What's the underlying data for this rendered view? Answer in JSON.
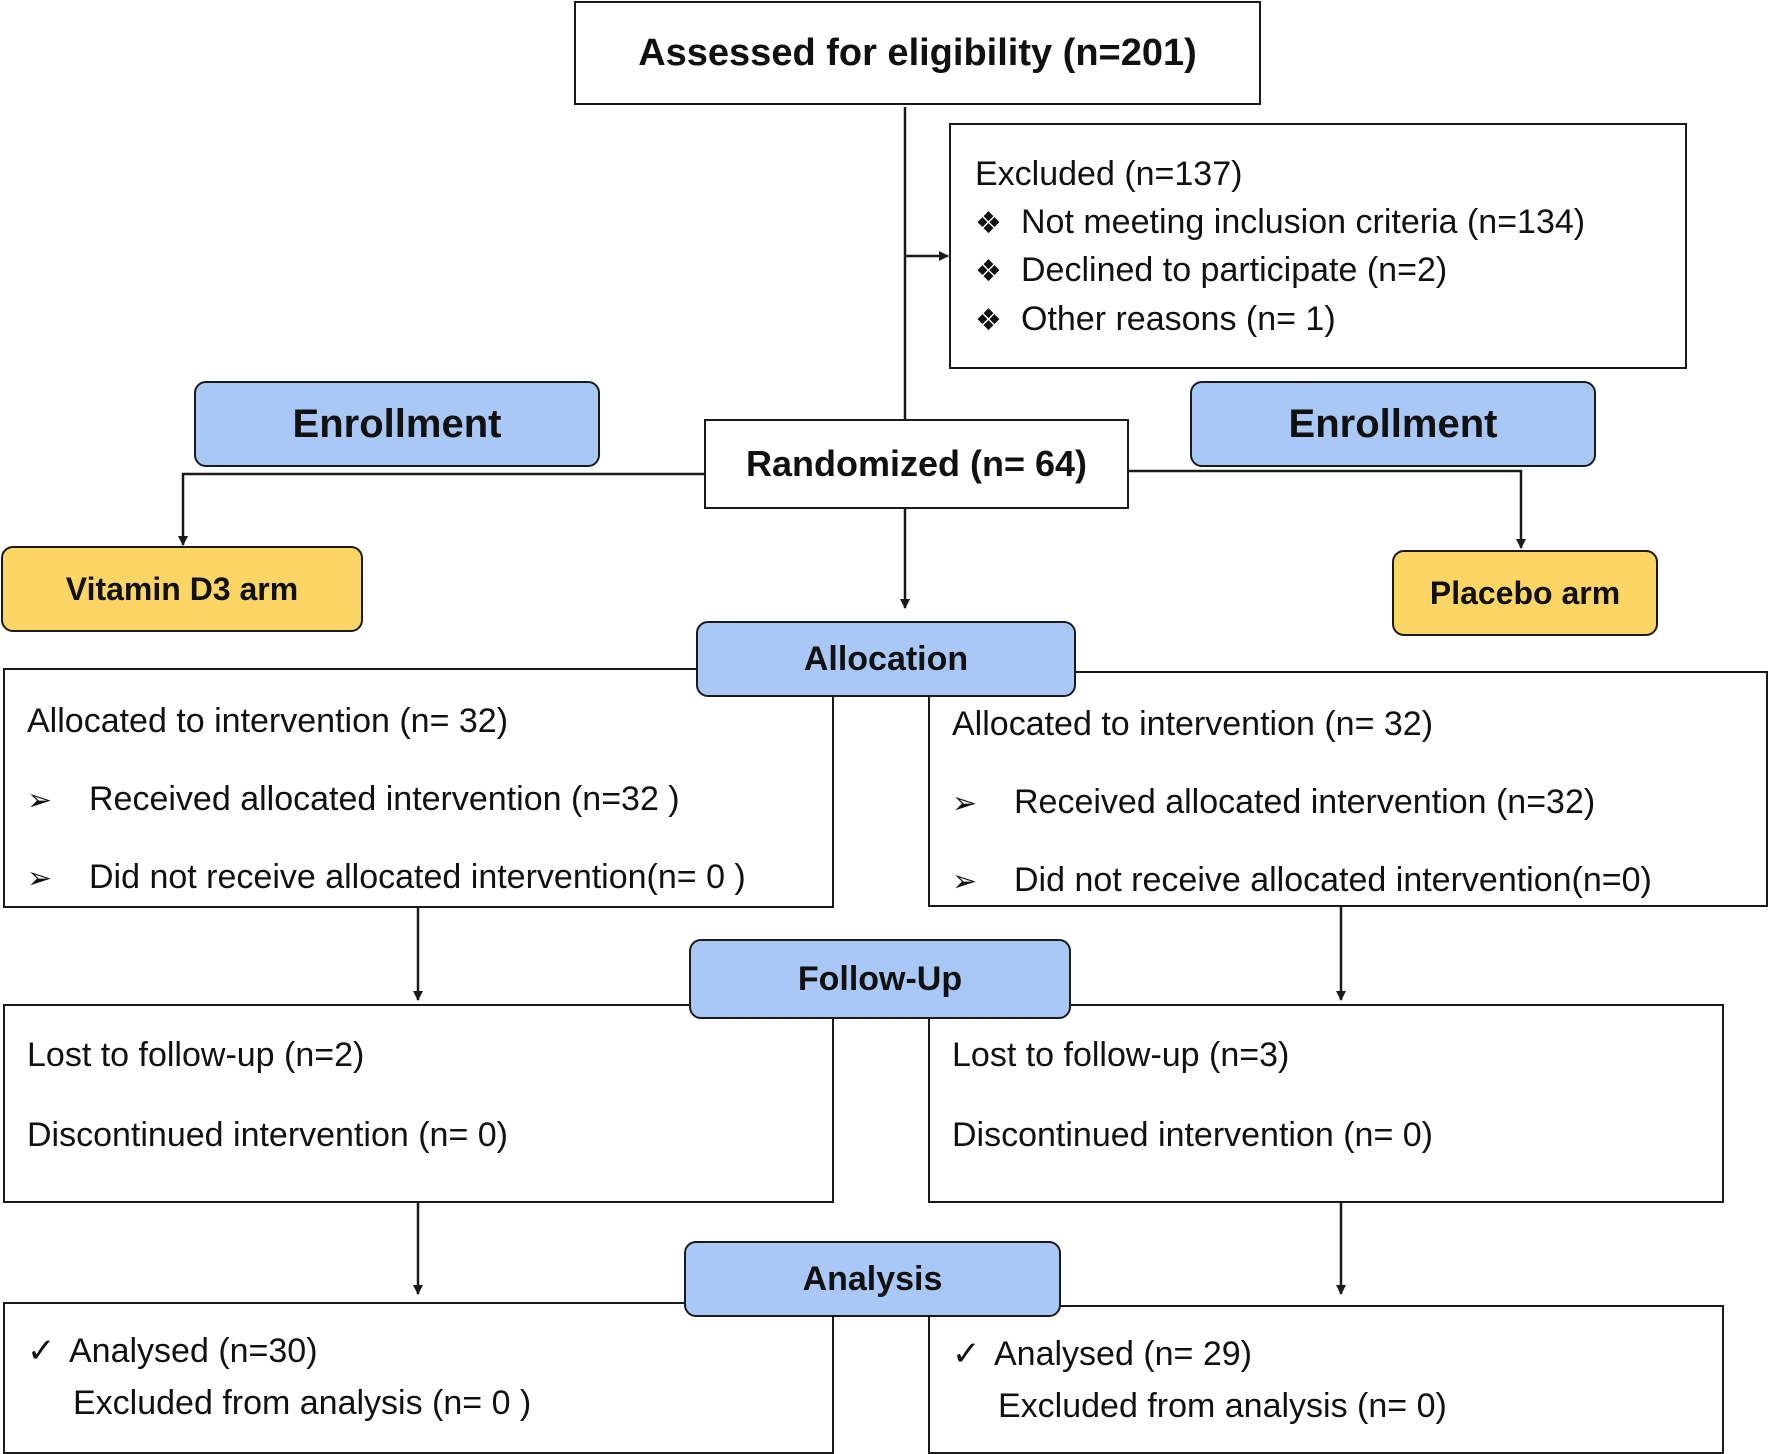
{
  "assessed": "Assessed for eligibility (n=201)",
  "excluded": {
    "title": "Excluded (n=137)",
    "bullet_icon": "diamond-cluster-icon",
    "items": [
      "Not meeting inclusion criteria (n=134)",
      "Declined to participate (n=2)",
      "Other reasons (n= 1)"
    ]
  },
  "enrollment_left": "Enrollment",
  "enrollment_right": "Enrollment",
  "randomized": "Randomized (n= 64)",
  "arm_left": "Vitamin D3 arm",
  "arm_right": "Placebo arm",
  "stages": {
    "allocation": "Allocation",
    "followup": "Follow-Up",
    "analysis": "Analysis"
  },
  "allocation_left": {
    "title": "Allocated to intervention (n= 32)",
    "items": [
      "Received allocated intervention (n=32 )",
      "Did not receive allocated intervention(n= 0 )"
    ]
  },
  "allocation_right": {
    "title": "Allocated to intervention (n= 32)",
    "items": [
      "Received allocated intervention (n=32)",
      "Did not receive allocated intervention(n=0)"
    ]
  },
  "followup_left": {
    "lost": "Lost to follow-up (n=2)",
    "discontinued": "Discontinued intervention (n= 0)"
  },
  "followup_right": {
    "lost": "Lost to follow-up (n=3)",
    "discontinued": "Discontinued intervention (n= 0)"
  },
  "analysis_left": {
    "analysed": "Analysed (n=30)",
    "excluded": "Excluded from analysis (n= 0 )"
  },
  "analysis_right": {
    "analysed": "Analysed (n= 29)",
    "excluded": "Excluded from analysis (n= 0)"
  },
  "colors": {
    "stage_fill": "#a9c8f5",
    "arm_fill": "#fbd664",
    "border": "#1a1a1a"
  }
}
